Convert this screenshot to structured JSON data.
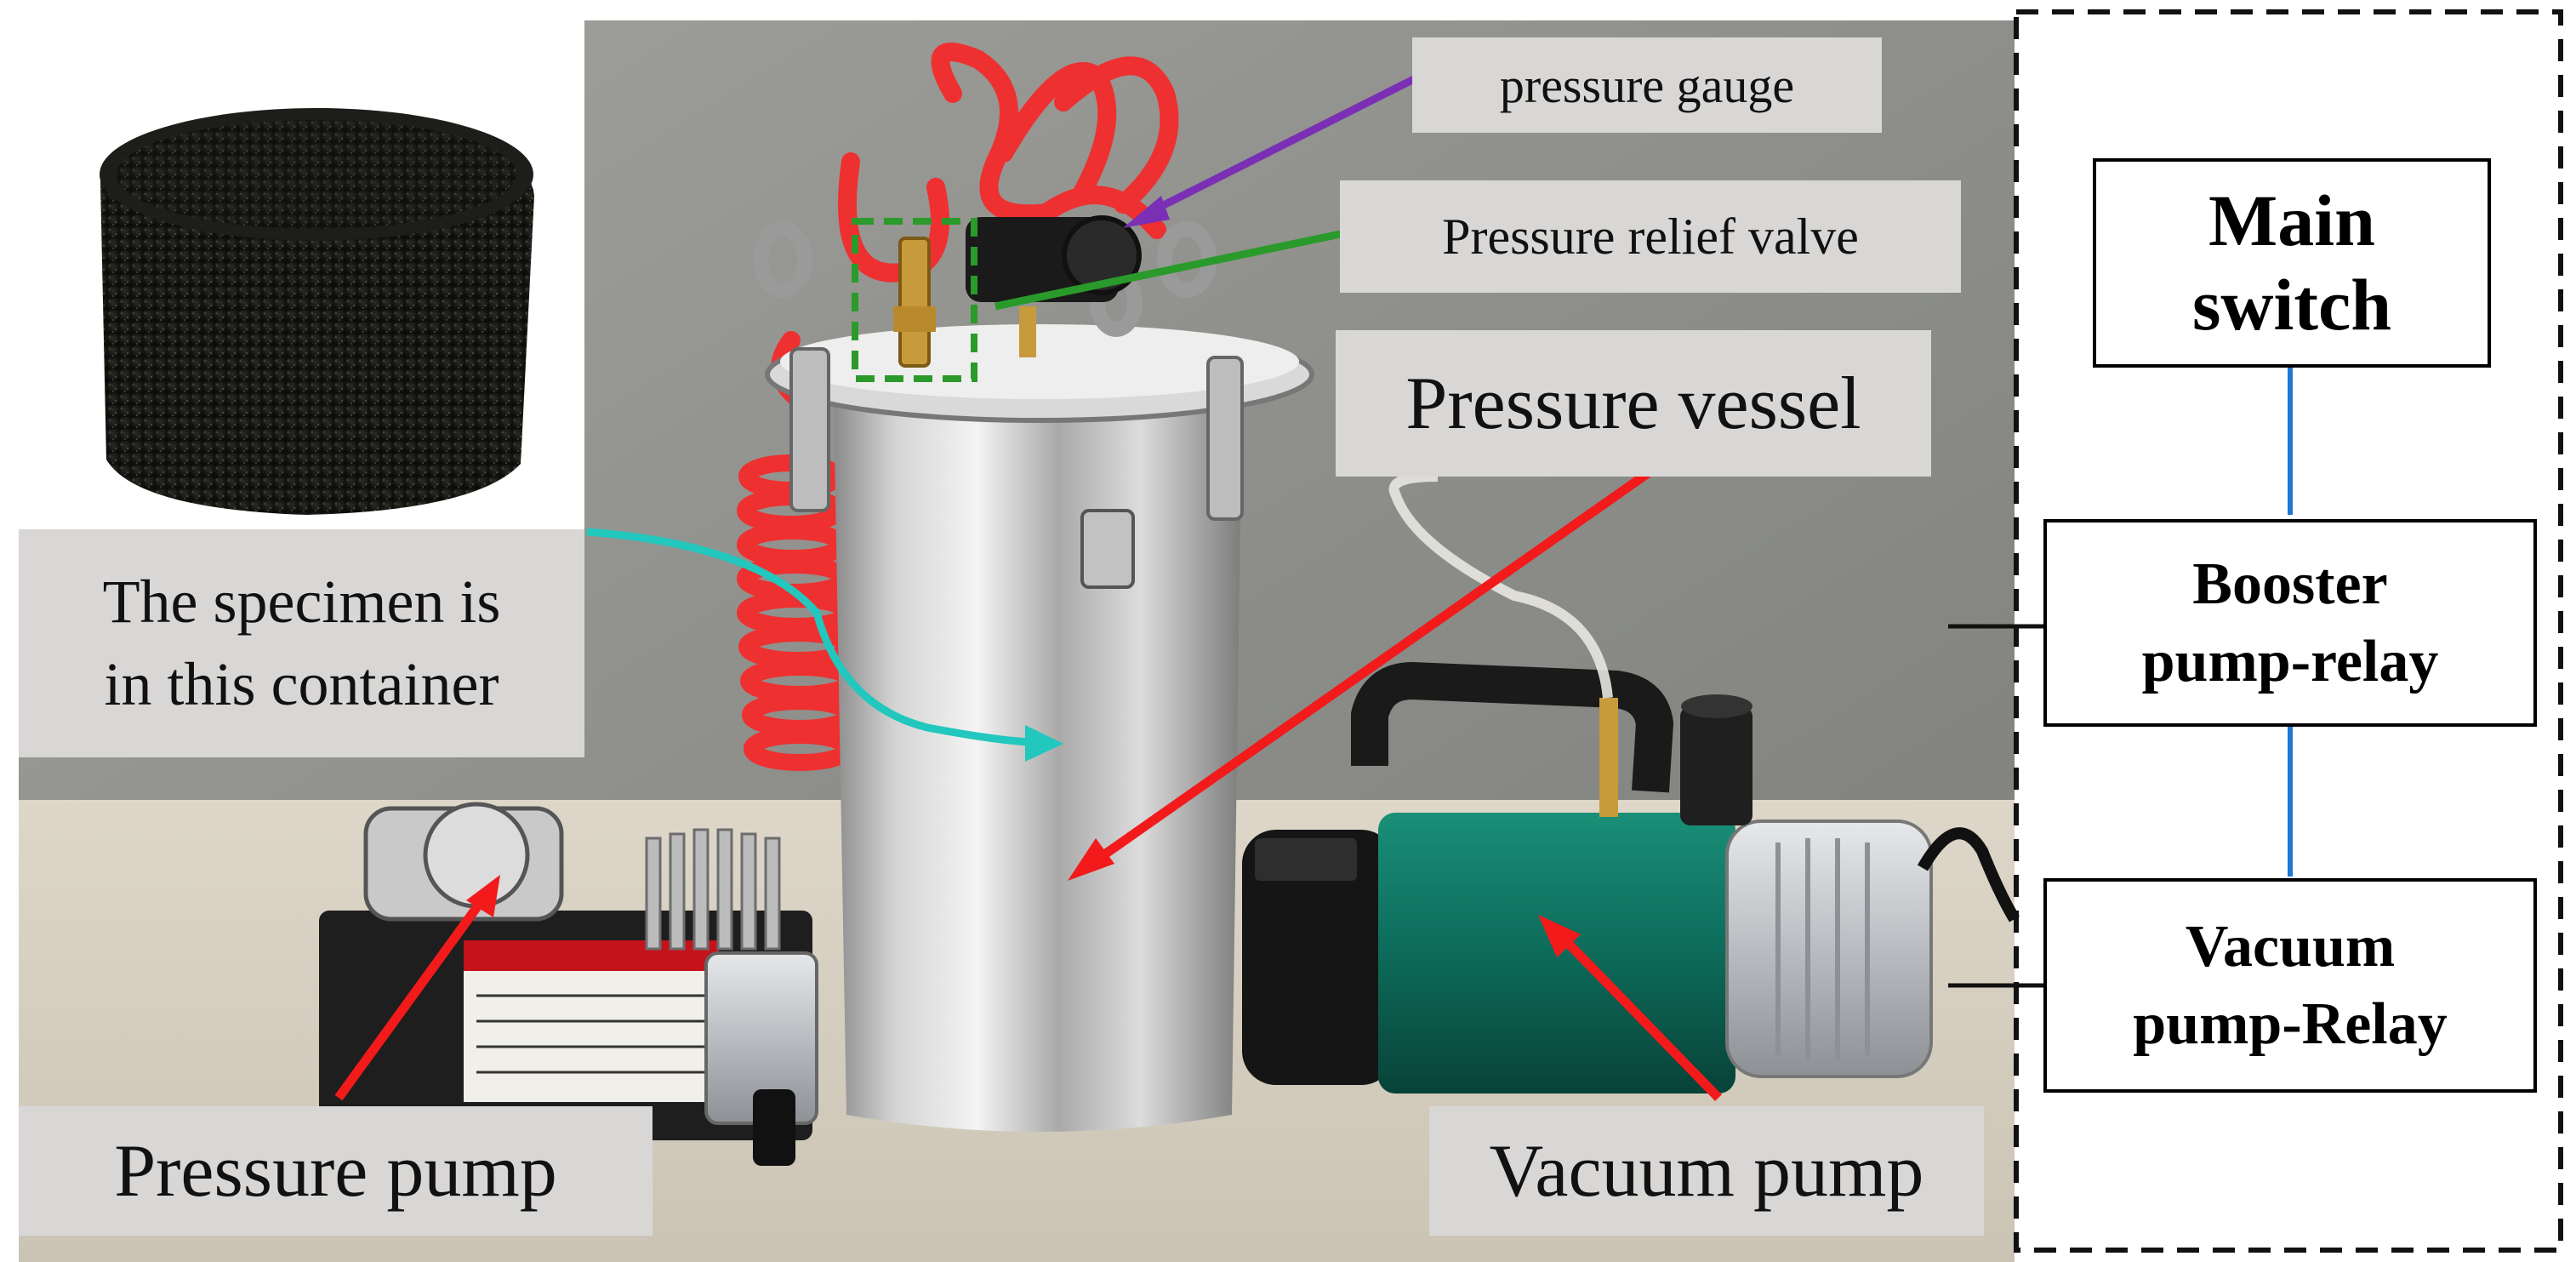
{
  "labels": {
    "pressure_gauge": "pressure gauge",
    "relief_valve": "Pressure relief valve",
    "pressure_vessel": "Pressure vessel",
    "specimen_note": [
      "The specimen is",
      "in this container"
    ],
    "pressure_pump": "Pressure pump",
    "vacuum_pump": "Vacuum pump"
  },
  "control_panel": {
    "main_switch": [
      "Main",
      "switch"
    ],
    "booster_relay": [
      "Booster",
      "pump-relay"
    ],
    "vacuum_relay": [
      "Vacuum",
      "pump-Relay"
    ]
  },
  "colors": {
    "label_bg": "#d9d7d6",
    "wall": "#8e8f8c",
    "floor": "#d4cdbf",
    "arrow_red": "#f21a1a",
    "arrow_purple": "#7a2fb5",
    "arrow_green": "#2a9a2a",
    "arrow_teal": "#22c7be",
    "connector_blue": "#1f78d1",
    "hose_red": "#ee3030",
    "vacuum_pump_green": "#0d6b5a"
  }
}
